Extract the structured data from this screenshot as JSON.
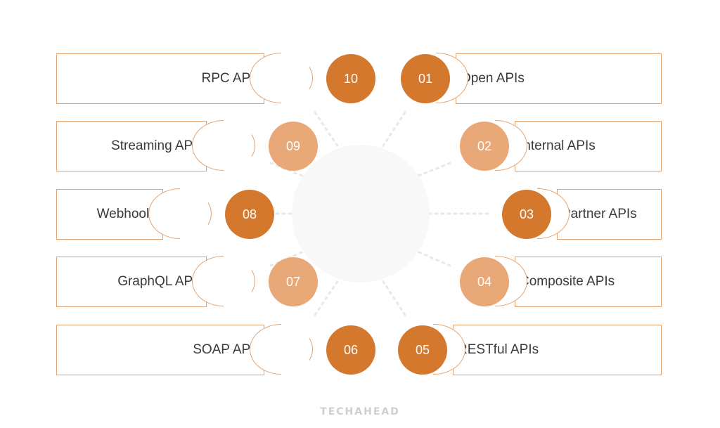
{
  "left_items": [
    {
      "number": "10",
      "label": "RPC APIs",
      "tone": "dark"
    },
    {
      "number": "09",
      "label": "Streaming APIs",
      "tone": "light"
    },
    {
      "number": "08",
      "label": "Webhooks",
      "tone": "dark"
    },
    {
      "number": "07",
      "label": "GraphQL APIs",
      "tone": "light"
    },
    {
      "number": "06",
      "label": "SOAP APIs",
      "tone": "dark"
    }
  ],
  "right_items": [
    {
      "number": "01",
      "label": "Open APIs",
      "tone": "dark"
    },
    {
      "number": "02",
      "label": "Internal APIs",
      "tone": "light"
    },
    {
      "number": "03",
      "label": "Partner APIs",
      "tone": "dark"
    },
    {
      "number": "04",
      "label": "Composite APIs",
      "tone": "light"
    },
    {
      "number": "05",
      "label": "RESTful APIs",
      "tone": "dark"
    }
  ],
  "colors": {
    "dark_orange": "#d4782d",
    "light_orange": "#e8a878",
    "border": "#e3a371",
    "hub": "#f8f8f8"
  },
  "logo": {
    "text": "TECHAHEAD"
  }
}
